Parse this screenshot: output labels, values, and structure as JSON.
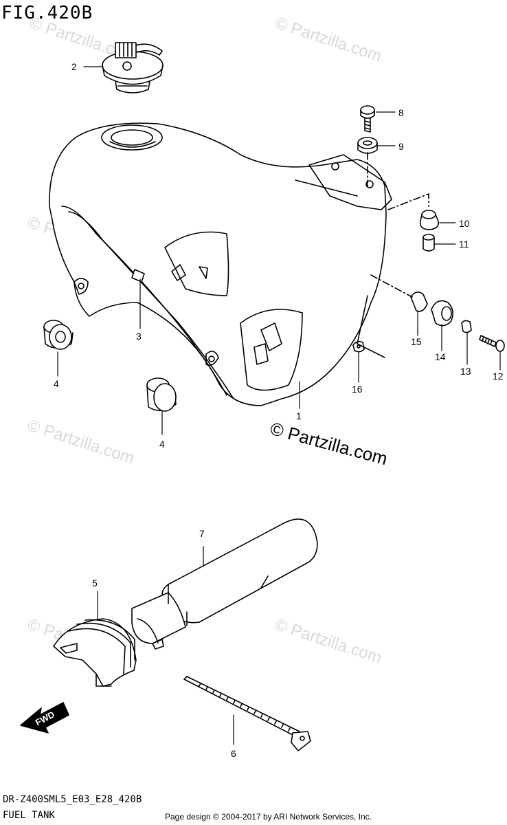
{
  "figure": {
    "title": "FIG.420B",
    "model_code": "DR-Z400SML5_E03_E28_420B",
    "section_name": "FUEL TANK",
    "credit": "Page design © 2004-2017 by ARI Network Services, Inc."
  },
  "watermark": {
    "text": "© Partzilla.com",
    "color": "#d9d9d9"
  },
  "fwd_arrow": {
    "label": "FWD"
  },
  "callouts": [
    {
      "id": "1",
      "label": "1"
    },
    {
      "id": "2",
      "label": "2"
    },
    {
      "id": "3",
      "label": "3"
    },
    {
      "id": "4a",
      "label": "4"
    },
    {
      "id": "4b",
      "label": "4"
    },
    {
      "id": "5",
      "label": "5"
    },
    {
      "id": "6",
      "label": "6"
    },
    {
      "id": "7",
      "label": "7"
    },
    {
      "id": "8",
      "label": "8"
    },
    {
      "id": "9",
      "label": "9"
    },
    {
      "id": "10",
      "label": "10"
    },
    {
      "id": "11",
      "label": "11"
    },
    {
      "id": "12",
      "label": "12"
    },
    {
      "id": "13",
      "label": "13"
    },
    {
      "id": "14",
      "label": "14"
    },
    {
      "id": "15",
      "label": "15"
    },
    {
      "id": "16",
      "label": "16"
    }
  ]
}
